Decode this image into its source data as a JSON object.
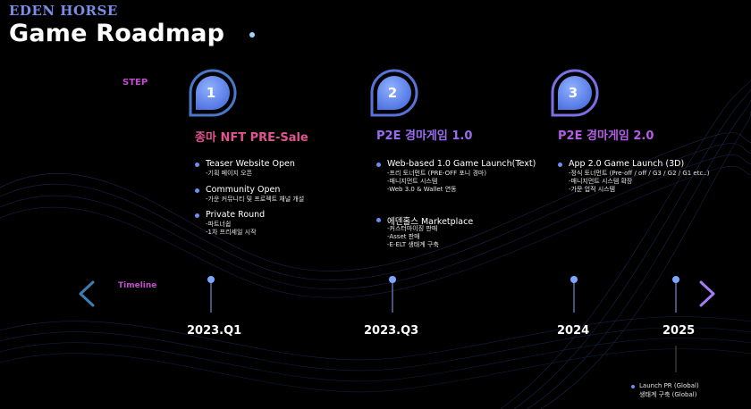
{
  "brand": "EDEN HORSE",
  "title": "Game Roadmap",
  "step_label": "STEP",
  "timeline_label": "Timeline",
  "steps": [
    {
      "number": "1",
      "title": "종마 NFT PRE-Sale",
      "items": [
        {
          "head": "Teaser Website Open",
          "subs": [
            "-기획 페이지 오픈"
          ]
        },
        {
          "head": "Community Open",
          "subs": [
            "-가운 커뮤니티 및 프로젝트 채널 개설"
          ]
        },
        {
          "head": "Private Round",
          "subs": [
            "-파트너쉽",
            "-1차 프리세일 시작"
          ]
        }
      ]
    },
    {
      "number": "2",
      "title": "P2E 경마게임 1.0",
      "items": [
        {
          "head": "Web-based 1.0 Game Launch(Text)",
          "subs": [
            "-프리 토너먼트 (PRE-OFF 포니 경마)",
            "-매니지먼트 시스템",
            "-Web 3.0 & Wallet 연동"
          ]
        },
        {
          "head": "에덴홀스 Marketplace",
          "subs": [
            "-커스터마이징 판매",
            "-Asset 판매",
            "-E-ELT 생태계 구축"
          ]
        }
      ]
    },
    {
      "number": "3",
      "title": "P2E 경마게임 2.0",
      "items": [
        {
          "head": "App 2.0 Game Launch (3D)",
          "subs": [
            "-정식 토너먼트 (Pre-off / off / G3 / G2 / G1 etc..)",
            "-매니지먼트 시스템 확장",
            "-가문 업적 시스템"
          ]
        }
      ]
    }
  ],
  "timeline": [
    "2023.Q1",
    "2023.Q3",
    "2024",
    "2025"
  ],
  "launch_note": [
    "Launch PR (Global)",
    "생태계 구축 (Global)"
  ],
  "colors": {
    "accent_blue": "#6d8ff2",
    "accent_purple": "#c24bd1",
    "background": "#000000"
  }
}
